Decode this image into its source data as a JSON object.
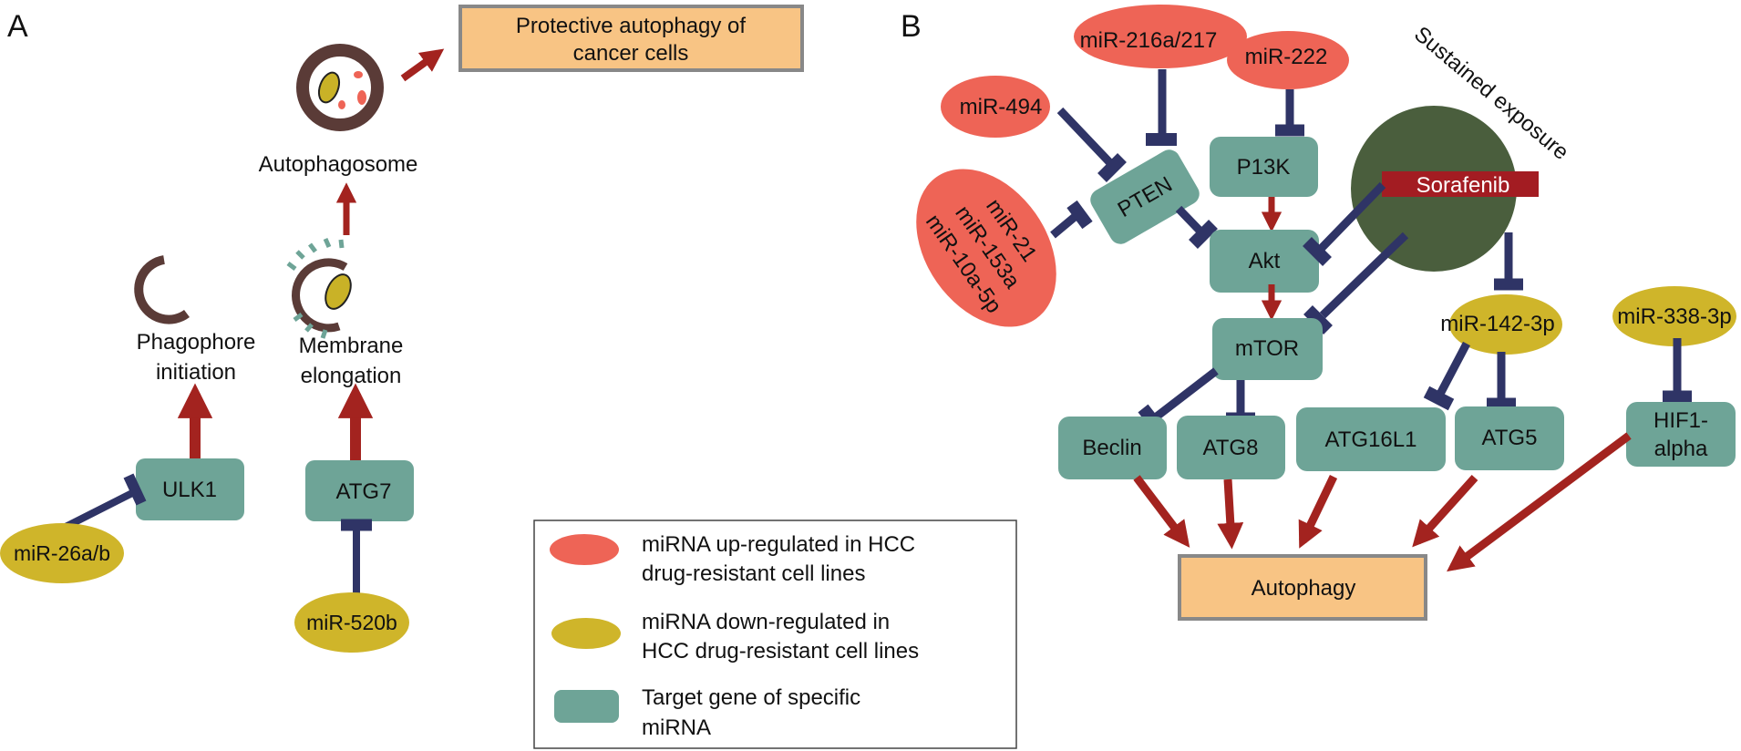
{
  "panel_a": {
    "label": "A",
    "outcome": [
      "Protective autophagy of",
      "cancer cells"
    ],
    "autophagosome": "Autophagosome",
    "phagophore": [
      "Phagophore",
      "initiation"
    ],
    "membrane": [
      "Membrane",
      "elongation"
    ],
    "genes": {
      "ulk1": "ULK1",
      "atg7": "ATG7"
    },
    "mirnas": {
      "mir26": "miR-26a/b",
      "mir520": "miR-520b"
    }
  },
  "panel_b": {
    "label": "B",
    "mirnas_up": {
      "mir216": "miR-216a/217",
      "mir222": "miR-222",
      "mir494": "miR-494",
      "cluster": [
        "miR-21",
        "miR-153a",
        "miR-10a-5p"
      ]
    },
    "mirnas_down": {
      "mir142": "miR-142-3p",
      "mir338": "miR-338-3p"
    },
    "genes": {
      "pten": "PTEN",
      "p13k": "P13K",
      "akt": "Akt",
      "mtor": "mTOR",
      "beclin": "Beclin",
      "atg8": "ATG8",
      "atg16l1": "ATG16L1",
      "atg5": "ATG5",
      "hif1": [
        "HIF1-",
        "alpha"
      ]
    },
    "drug": "Sorafenib",
    "exposure": "Sustained exposure",
    "outcome": "Autophagy"
  },
  "legend": {
    "items": [
      {
        "lines": [
          "miRNA up-regulated in HCC",
          "drug-resistant cell lines"
        ]
      },
      {
        "lines": [
          "miRNA down-regulated in",
          "HCC drug-resistant cell lines"
        ]
      },
      {
        "lines": [
          "Target gene of specific",
          "miRNA"
        ]
      }
    ]
  },
  "colors": {
    "mirna_up": "#ee6456",
    "mirna_down": "#cfb52a",
    "target_gene": "#6ea497",
    "outcome_fill": "#f8c484",
    "outcome_border": "#888888",
    "activation": "#a3231f",
    "inhibition": "#2f3466",
    "sorafenib_circle": "#4a5e3d",
    "sorafenib_band": "#a31c22",
    "membrane": "#5a3b37",
    "cargo": "#c9b227"
  }
}
